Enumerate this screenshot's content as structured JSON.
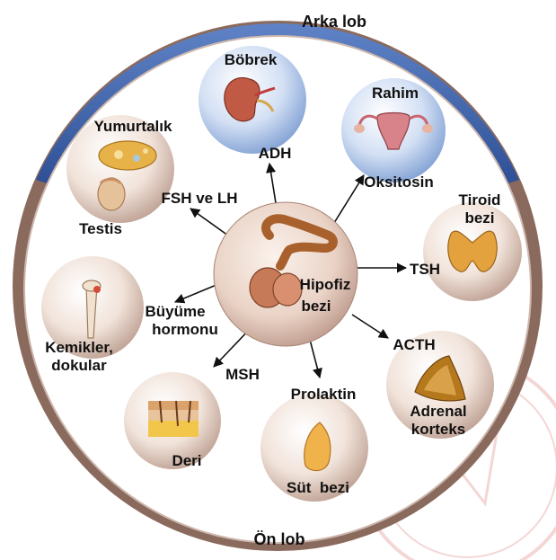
{
  "lobes": {
    "posterior": "Arka lob",
    "anterior": "Ön lob"
  },
  "center": {
    "line1": "Hipofiz",
    "line2": "bezi"
  },
  "hormones": {
    "adh": "ADH",
    "oxytocin": "Oksitosin",
    "fsh_lh": "FSH ve LH",
    "tsh": "TSH",
    "growth_line1": "Büyüme",
    "growth_line2": "hormonu",
    "acth": "ACTH",
    "msh": "MSH",
    "prolactin": "Prolaktin"
  },
  "organs": {
    "kidney": "Böbrek",
    "uterus": "Rahim",
    "ovary": "Yumurtalık",
    "testis": "Testis",
    "thyroid_line1": "Tiroid",
    "thyroid_line2": "bezi",
    "bones_line1": "Kemikler,",
    "bones_line2": "dokular",
    "adrenal_line1": "Adrenal",
    "adrenal_line2": "korteks",
    "skin": "Deri",
    "breast": "Süt  bezi"
  },
  "colors": {
    "posterior_band": "#4a6fb5",
    "anterior_band": "#8b6a5e",
    "posterior_bubble": "#b9cbea",
    "anterior_bubble": "#eeddd3",
    "watermark": "#e8a6a6"
  }
}
